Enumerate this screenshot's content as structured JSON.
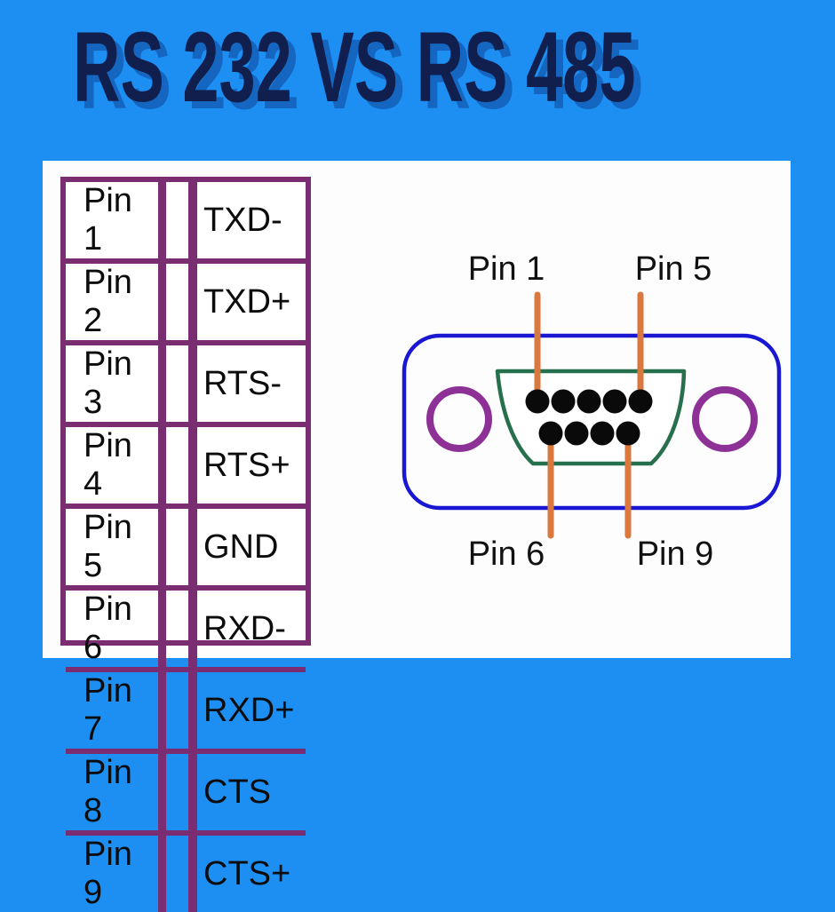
{
  "title": "RS 232 VS RS 485",
  "pin_table": {
    "rows": [
      {
        "pin": "Pin 1",
        "signal": "TXD-"
      },
      {
        "pin": "Pin 2",
        "signal": "TXD+"
      },
      {
        "pin": "Pin 3",
        "signal": "RTS-"
      },
      {
        "pin": "Pin 4",
        "signal": "RTS+"
      },
      {
        "pin": "Pin 5",
        "signal": "GND"
      },
      {
        "pin": "Pin 6",
        "signal": "RXD-"
      },
      {
        "pin": "Pin 7",
        "signal": "RXD+"
      },
      {
        "pin": "Pin 8",
        "signal": "CTS"
      },
      {
        "pin": "Pin 9",
        "signal": "CTS+"
      }
    ]
  },
  "connector": {
    "type": "DB9 female face view",
    "top_row_pin_count": 5,
    "bottom_row_pin_count": 4,
    "labels": {
      "top_left": "Pin 1",
      "top_right": "Pin 5",
      "bottom_left": "Pin 6",
      "bottom_right": "Pin 9"
    }
  },
  "colors": {
    "background": "#1d8ff2",
    "title_text": "#101f4d",
    "title_shadow": "#1566c0",
    "panel": "#fdfdfd",
    "table_border": "#7b2d72",
    "table_text": "#0c0c0c",
    "connector_outline_blue": "#1a17d3",
    "screw_hole_purple": "#8e3197",
    "dsub_shell_green": "#26704d",
    "pin_dot_black": "#0a0a0a",
    "callout_line_orange": "#d9783f",
    "label_text": "#111111"
  }
}
